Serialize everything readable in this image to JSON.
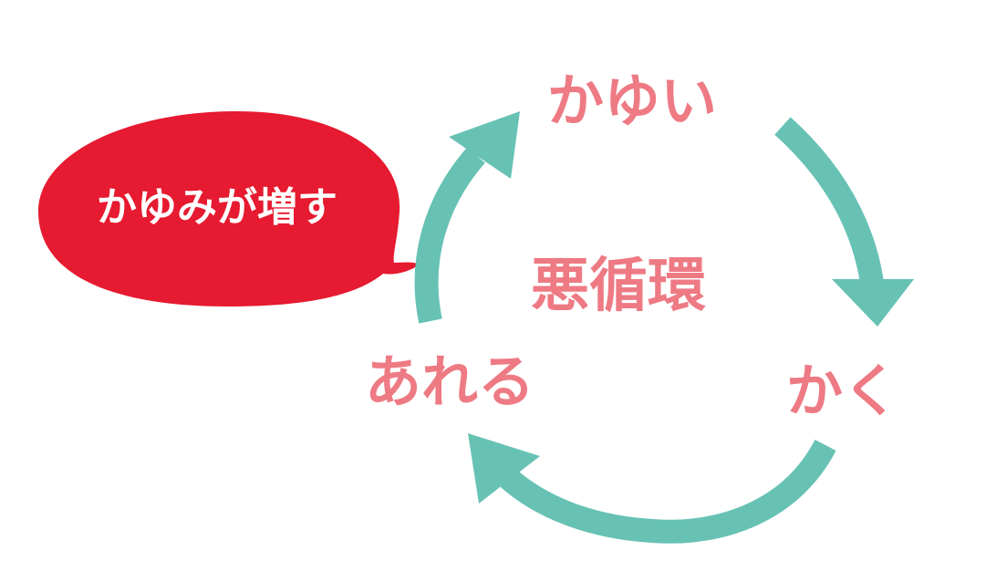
{
  "colors": {
    "accent_pink": "#ee7a84",
    "arrow_teal": "#67c2b4",
    "bubble_red": "#e61a30",
    "bubble_text": "#ffffff"
  },
  "diagram": {
    "center_label": "悪循環",
    "nodes": [
      {
        "id": "itchy",
        "label": "かゆい"
      },
      {
        "id": "scratch",
        "label": "かく"
      },
      {
        "id": "rough",
        "label": "あれる"
      }
    ],
    "edges": [
      {
        "from": "itchy",
        "to": "scratch"
      },
      {
        "from": "scratch",
        "to": "rough"
      },
      {
        "from": "rough",
        "to": "itchy"
      }
    ],
    "callout": {
      "text": "かゆみが増す",
      "attached_to_edge": "rough-itchy",
      "icon": "speech-bubble-icon"
    }
  }
}
